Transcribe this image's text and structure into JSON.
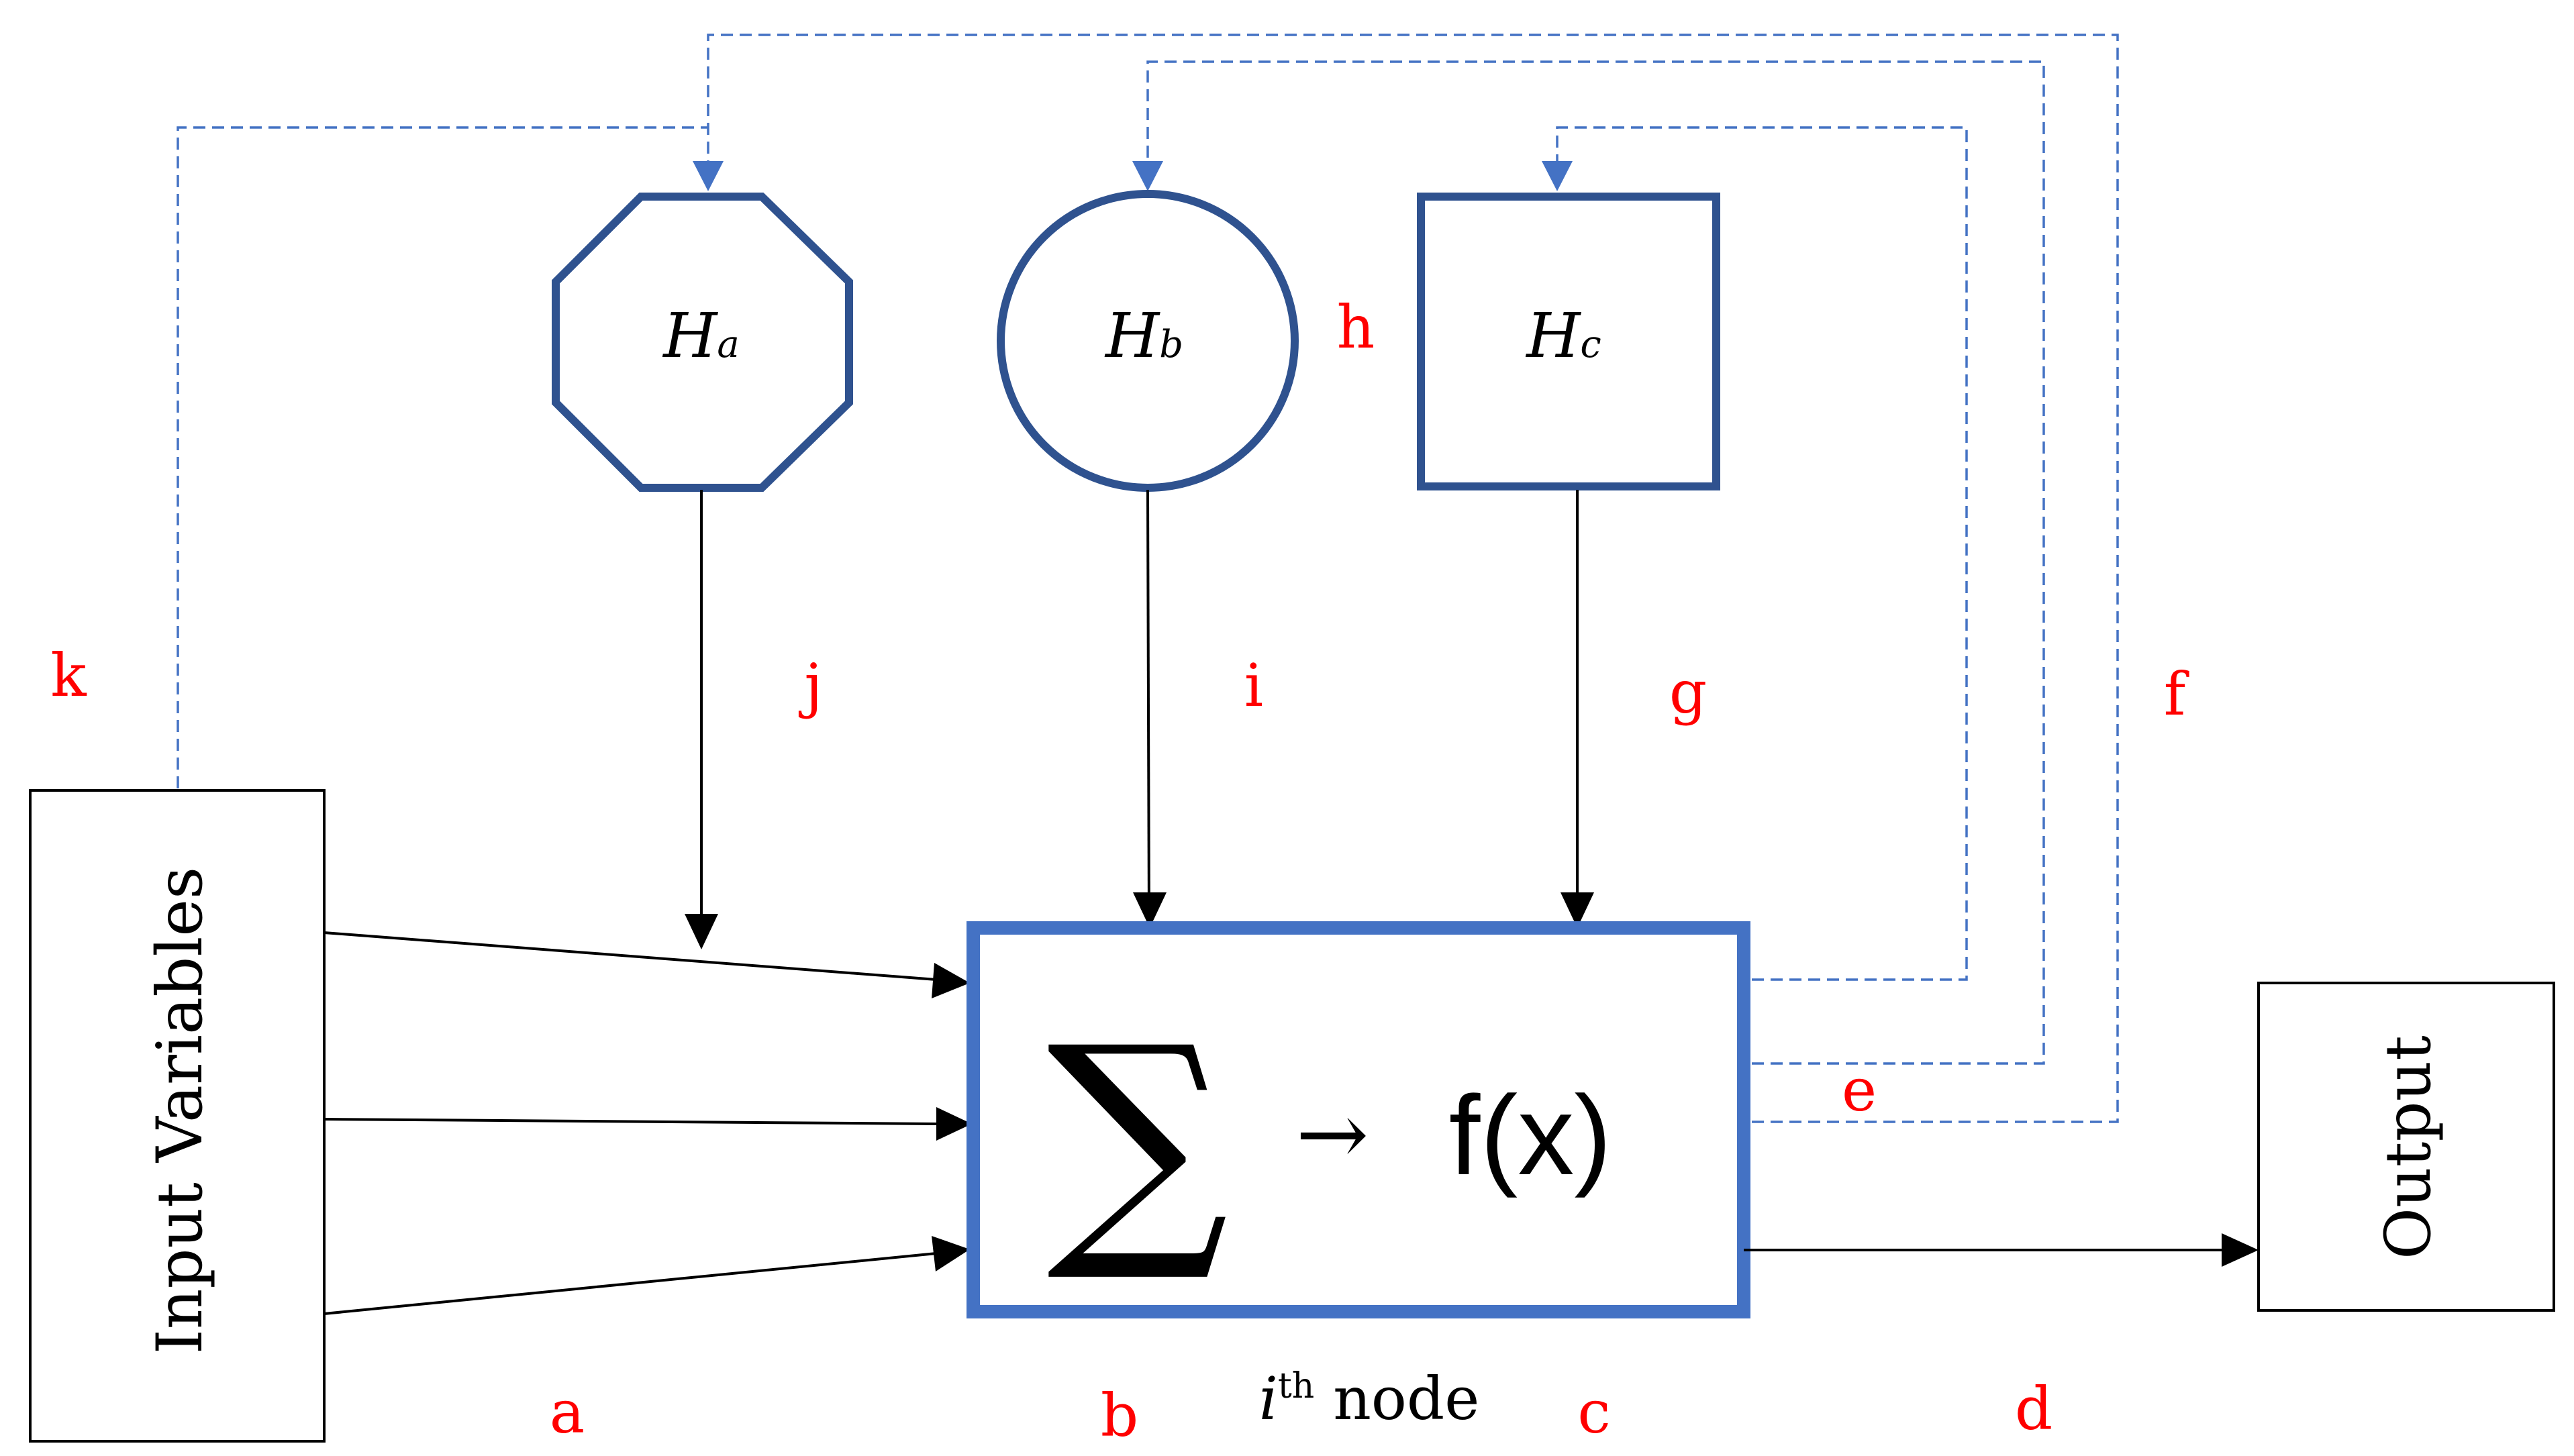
{
  "input_box": {
    "label": "Input Variables"
  },
  "output_box": {
    "label": "Output"
  },
  "node": {
    "sigma": "∑",
    "arrow": "→",
    "function": "f(x)",
    "caption_italic": "i",
    "caption_sup": "th",
    "caption_rest": " node"
  },
  "hidden_nodes": [
    {
      "name": "H",
      "sub": "a",
      "shape": "octagon"
    },
    {
      "name": "H",
      "sub": "b",
      "shape": "circle"
    },
    {
      "name": "H",
      "sub": "c",
      "shape": "square"
    }
  ],
  "labels": {
    "a": "a",
    "b": "b",
    "c": "c",
    "d": "d",
    "e": "e",
    "f": "f",
    "g": "g",
    "h": "h",
    "i": "i",
    "j": "j",
    "k": "k"
  },
  "colors": {
    "label_red": "#ff0000",
    "shape_stroke": "#2f528f",
    "node_border": "#4472c4",
    "dashed_line": "#4472c4",
    "solid_line": "#000000"
  }
}
